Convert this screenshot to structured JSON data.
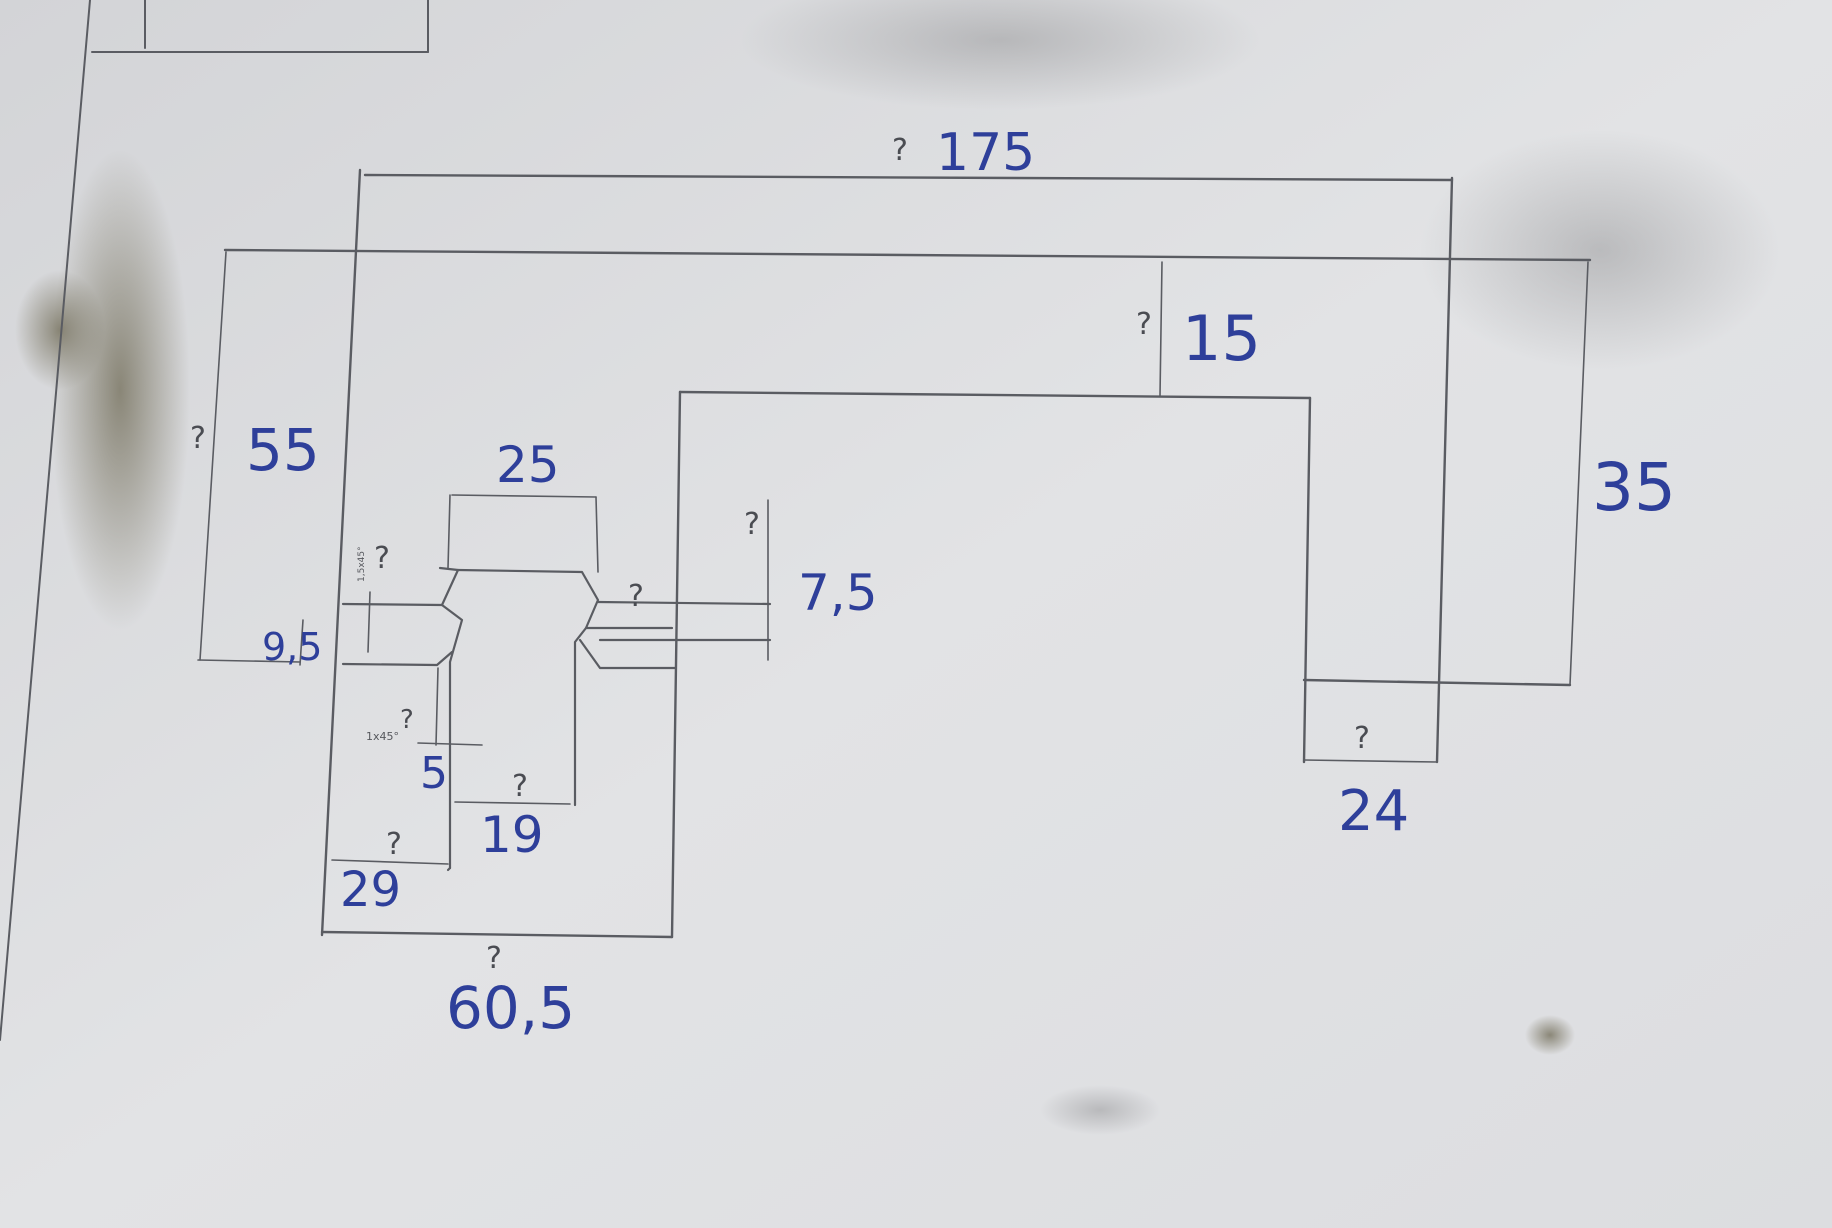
{
  "drawing": {
    "dimensions": {
      "overall_width": "175",
      "top_thickness": "15",
      "height_left": "55",
      "height_right": "35",
      "slot_width_top": "25",
      "neck_height": "7,5",
      "side_offset": "9,5",
      "chamfer": "5",
      "slot_width_bottom": "19",
      "left_margin": "29",
      "bottom_width": "60,5",
      "right_foot": "24"
    },
    "unknown_marker": "?",
    "tiny_notes": {
      "side_note": "1,5x45°",
      "chamfer_note": "1x45°"
    }
  }
}
